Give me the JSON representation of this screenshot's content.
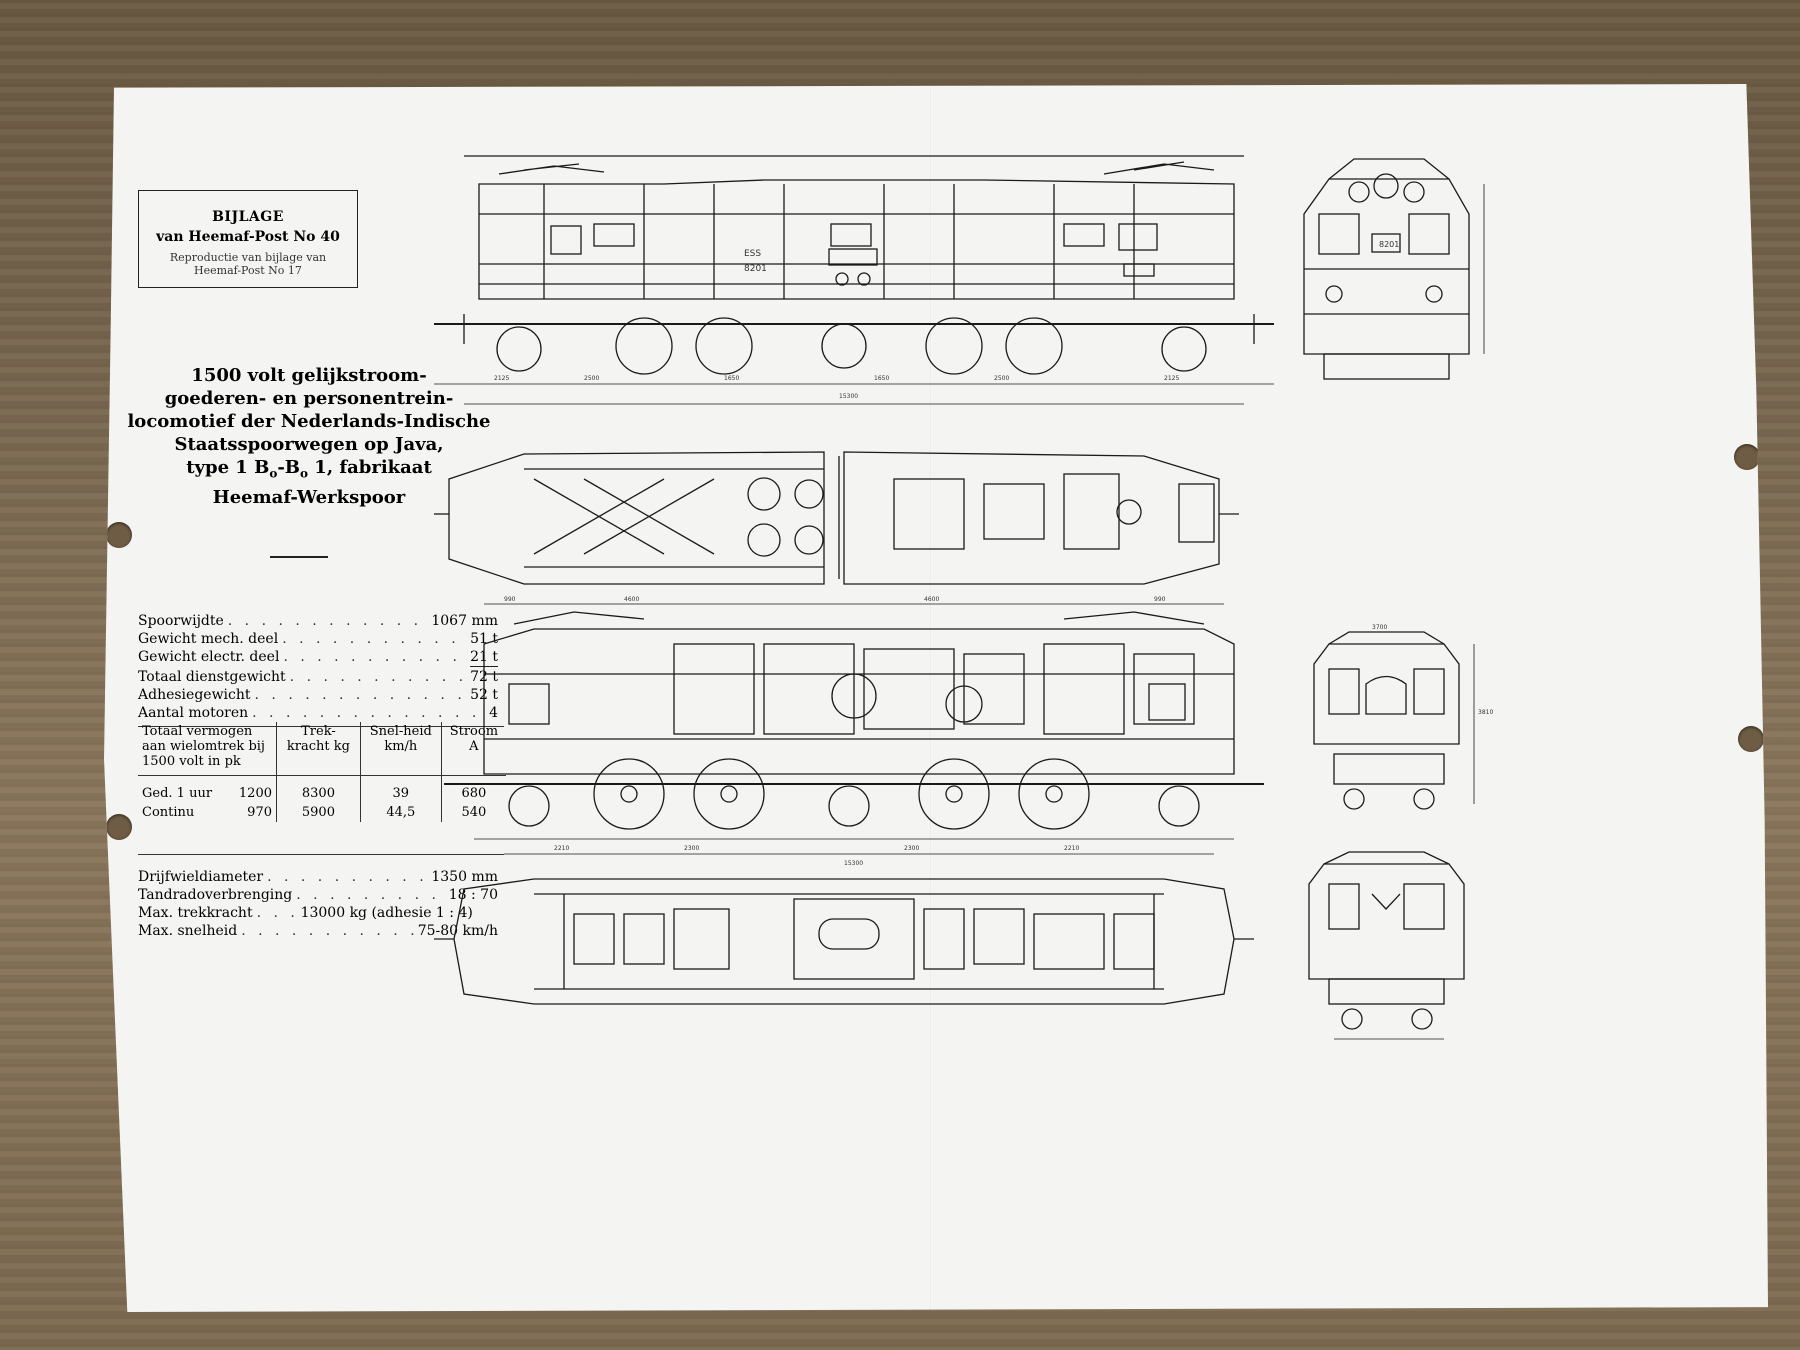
{
  "header_box": {
    "line1": "BIJLAGE",
    "line2": "van Heemaf-Post No 40",
    "line3": "Reproductie van bijlage van",
    "line4": "Heemaf-Post No 17"
  },
  "title": {
    "line1": "1500 volt gelijkstroom-",
    "line2": "goederen- en personentrein-",
    "line3": "locomotief der Nederlands-Indische",
    "line4": "Staatsspoorwegen op Java,",
    "line5_pre": "type 1 B",
    "line5_sub1": "o",
    "line5_mid": "-B",
    "line5_sub2": "o",
    "line5_post": " 1, fabrikaat",
    "line6": "Heemaf-Werkspoor"
  },
  "specs_top": [
    {
      "label": "Spoorwijdte",
      "value": "1067 mm"
    },
    {
      "label": "Gewicht mech. deel",
      "value": "51 t"
    },
    {
      "label": "Gewicht electr. deel",
      "value": "21 t"
    },
    {
      "label": "Totaal dienstgewicht",
      "value": "72 t"
    },
    {
      "label": "Adhesiegewicht",
      "value": "52 t"
    },
    {
      "label": "Aantal motoren",
      "value": "4"
    }
  ],
  "power_table": {
    "col1": "Totaal vermogen aan wielomtrek bij 1500 volt in pk",
    "col2": "Trek-kracht kg",
    "col3": "Snel-heid km/h",
    "col4": "Stroom A",
    "rows": [
      {
        "label": "Ged. 1 uur",
        "pk": "1200",
        "kg": "8300",
        "kmh": "39",
        "a": "680"
      },
      {
        "label": "Continu",
        "pk": "970",
        "kg": "5900",
        "kmh": "44,5",
        "a": "540"
      }
    ]
  },
  "specs_bottom": [
    {
      "label": "Drijfwieldiameter",
      "value": "1350 mm"
    },
    {
      "label": "Tandradoverbrenging",
      "value": "18 : 70"
    },
    {
      "label": "Max. trekkracht",
      "value": "13000 kg (adhesie 1 : 4)"
    },
    {
      "label": "Max. snelheid",
      "value": "75-80 km/h"
    }
  ],
  "drawing_labels": {
    "number": "8201",
    "ess": "ESS",
    "dims_top": [
      "2125",
      "2500",
      "1650",
      "1650",
      "2500",
      "2125"
    ],
    "dims_mid": [
      "990",
      "4600",
      "4600",
      "990"
    ],
    "dims_bottom": [
      "2210",
      "2300",
      "2300",
      "2210"
    ],
    "length_total": "15300",
    "width_top": "3700",
    "height_side": "3810"
  }
}
